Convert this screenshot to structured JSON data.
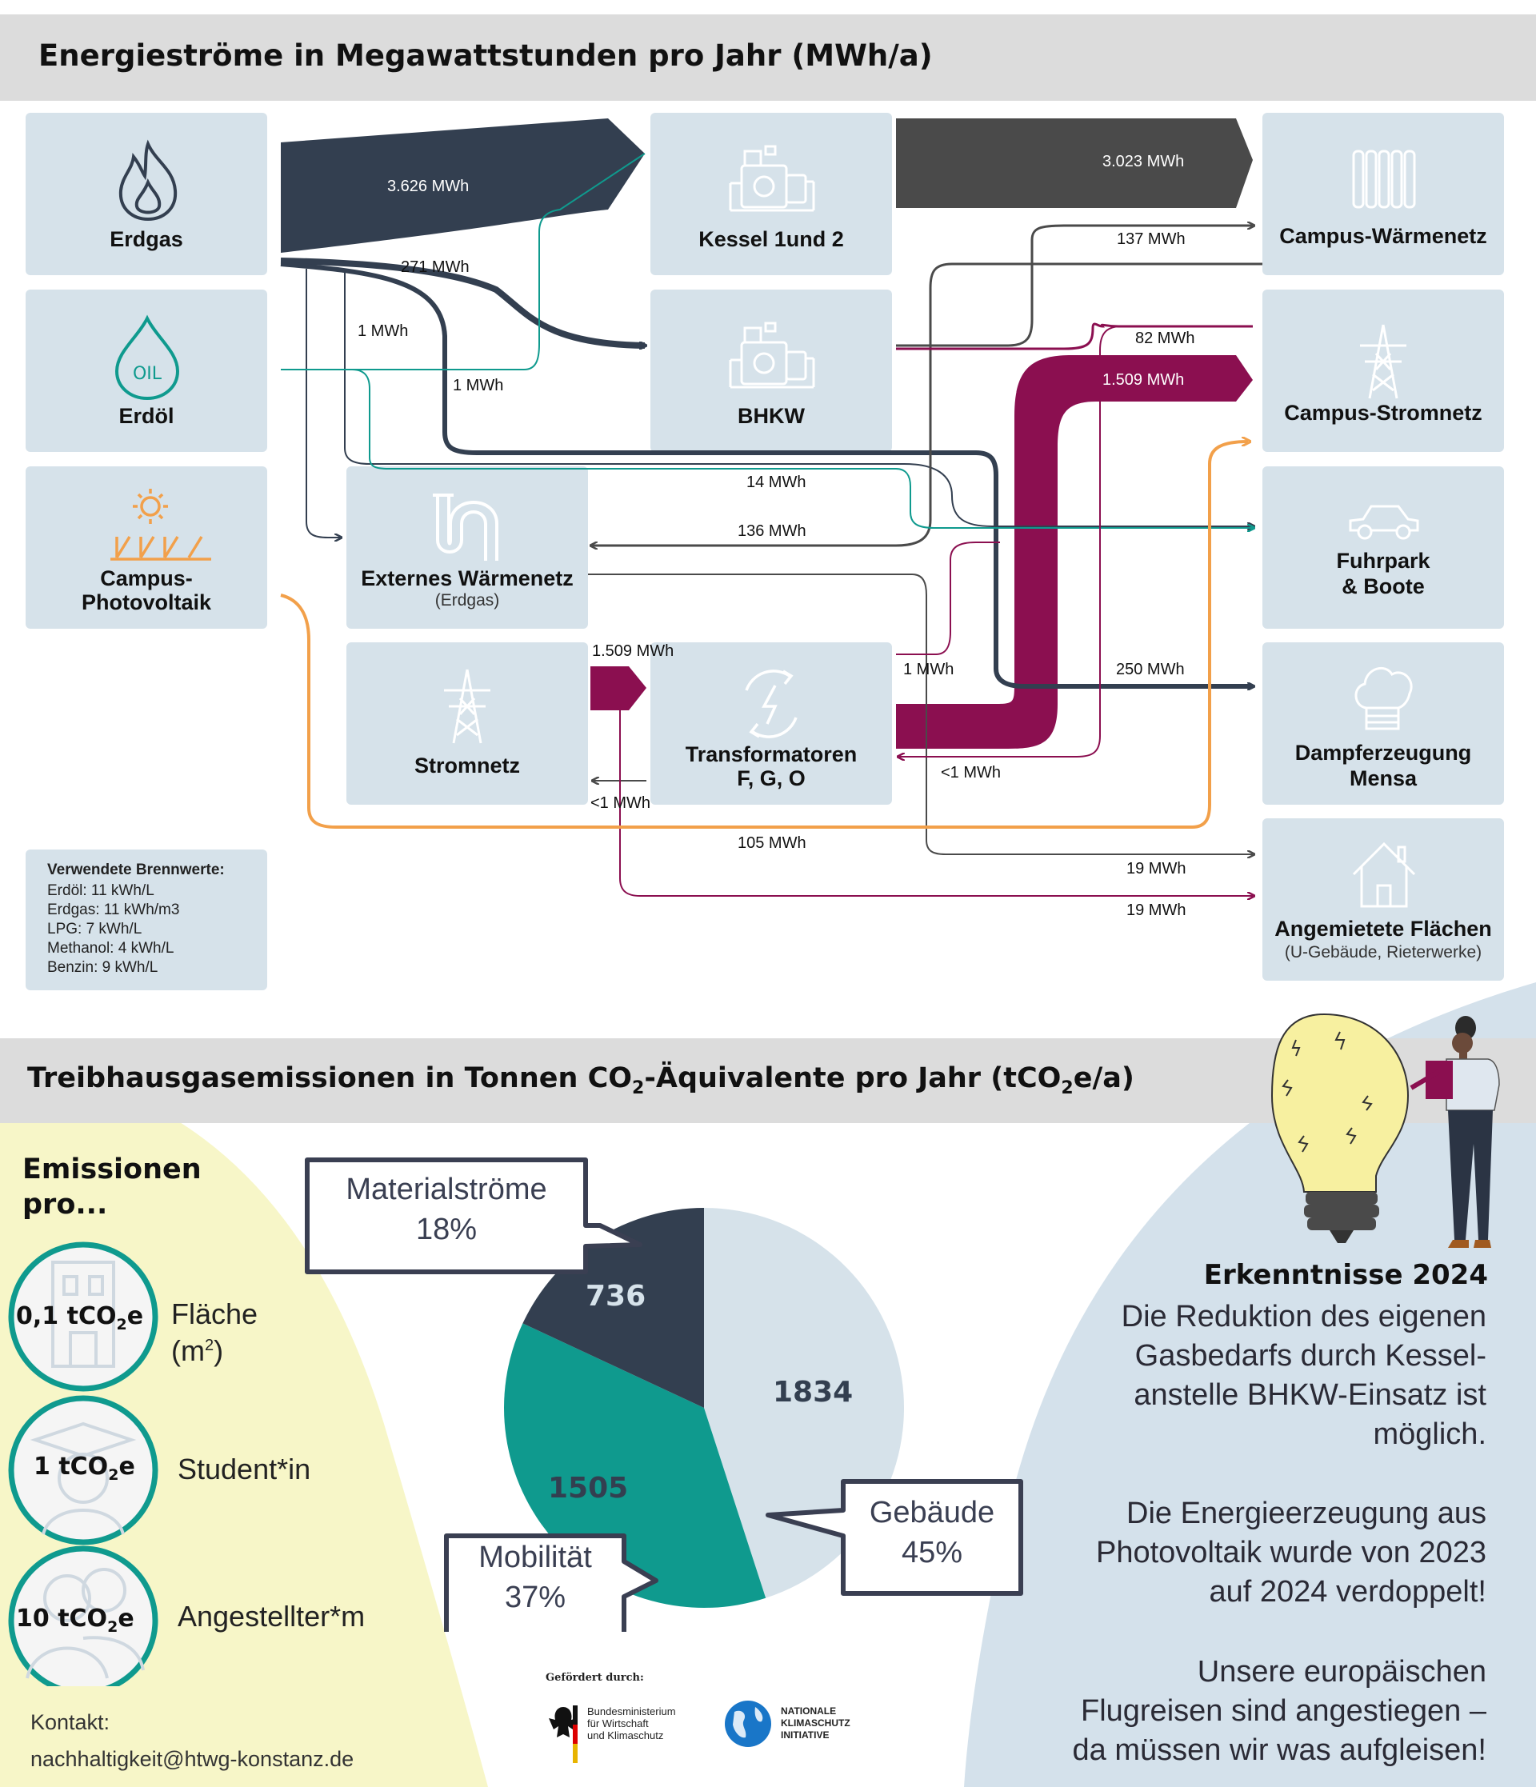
{
  "energy_section": {
    "title": "Energieströme in Megawattstunden pro Jahr  (MWh/a)"
  },
  "sources": {
    "erdgas": "Erdgas",
    "erdoel": "Erdöl",
    "oil_icon_text": "OIL",
    "pv_line1": "Campus-",
    "pv_line2": "Photovoltaik"
  },
  "converters": {
    "kessel": "Kessel 1und 2",
    "bhkw": "BHKW",
    "extern": "Externes Wärmenetz",
    "extern_sub": "(Erdgas)",
    "stromnetz": "Stromnetz",
    "trafo_line1": "Transformatoren",
    "trafo_line2": "F, G, O"
  },
  "consumers": {
    "waerme": "Campus-Wärmenetz",
    "strom": "Campus-Stromnetz",
    "fuhrpark_line1": "Fuhrpark",
    "fuhrpark_line2": "& Boote",
    "mensa_line1": "Dampferzeugung",
    "mensa_line2": "Mensa",
    "angemietet": "Angemietete Flächen",
    "angemietet_sub": "(U-Gebäude, Rieterwerke)"
  },
  "flows": {
    "erdgas_kessel": "3.626 MWh",
    "kessel_waerme": "3.023 MWh",
    "bhkw_waerme": "137 MWh",
    "erdgas_bhkw": "271 MWh",
    "erdgas_extern": "1 MWh",
    "erdgas_fuhrpark": "1 MWh",
    "bhkw_strom": "82 MWh",
    "trafo_strom": "1.509 MWh",
    "erdoel_fuhrpark": "14 MWh",
    "waerme_extern": "136 MWh",
    "stromnetz_trafo": "1.509 MWh",
    "trafo_fuhrpark": "1 MWh",
    "erdgas_mensa": "250 MWh",
    "strom_trafo": "<1 MWh",
    "trafo_stromnetz": "<1 MWh",
    "pv_strom": "105 MWh",
    "extern_angemietet": "19 MWh",
    "stromnetz_angemietet": "19 MWh"
  },
  "brennwerte": {
    "title": "Verwendete Brennwerte:",
    "items": [
      "Erdöl: 11 kWh/L",
      "Erdgas: 11 kWh/m3",
      "LPG: 7 kWh/L",
      "Methanol: 4 kWh/L",
      "Benzin: 9 kWh/L"
    ]
  },
  "ghg_section": {
    "title_part1": "Treibhausgasemissionen in Tonnen CO",
    "title_sub1": "2",
    "title_part2": "-Äquivalente pro Jahr (tCO",
    "title_sub2": "2",
    "title_part3": "e/a)"
  },
  "emissions_per": {
    "heading_line1": "Emissionen",
    "heading_line2": "pro...",
    "unit_prefix": "tCO",
    "unit_sub": "2",
    "unit_suffix": "e",
    "flaeche_value": "0,1",
    "flaeche_label": "Fläche",
    "flaeche_unit_pre": "(m",
    "flaeche_unit_sup": "2",
    "flaeche_unit_post": ")",
    "student_value": "1",
    "student_label": "Student*in",
    "angestellte_value": "10",
    "angestellte_label": "Angestellter*m"
  },
  "chart_data": {
    "type": "pie",
    "categories": [
      "Gebäude",
      "Mobilität",
      "Materialströme"
    ],
    "values": [
      1834,
      1505,
      736
    ],
    "percent_labels": [
      "45%",
      "37%",
      "18%"
    ],
    "colors": [
      "#d6e2ea",
      "#0f9a8e",
      "#333f50"
    ],
    "value_label_colors": [
      "#333f50",
      "#333f50",
      "#d6e2ea"
    ]
  },
  "insights": {
    "title": "Erkenntnisse 2024",
    "p1": [
      "Die Reduktion des eigenen",
      "Gasbedarfs durch Kessel-",
      "anstelle BHKW-Einsatz ist",
      "möglich."
    ],
    "p2": [
      "Die Energieerzeugung aus",
      "Photovoltaik wurde von 2023",
      "auf 2024 verdoppelt!"
    ],
    "p3": [
      "Unsere europäischen",
      "Flugreisen sind angestiegen –",
      "da müssen wir was aufgleisen!"
    ]
  },
  "contact": {
    "label": "Kontakt:",
    "email": "nachhaltigkeit@htwg-konstanz.de"
  },
  "funding": {
    "label": "Gefördert durch:",
    "bmwk_line1": "Bundesministerium",
    "bmwk_line2": "für Wirtschaft",
    "bmwk_line3": "und Klimaschutz",
    "nki_line1": "NATIONALE",
    "nki_line2": "KLIMASCHUTZ",
    "nki_line3": "INITIATIVE"
  }
}
